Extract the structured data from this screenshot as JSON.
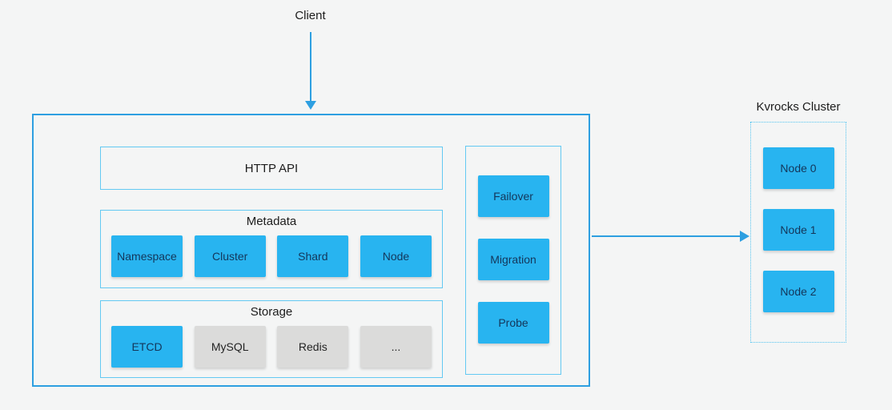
{
  "diagram": {
    "client_label": "Client",
    "controller": {
      "http_api_label": "HTTP API",
      "metadata": {
        "title": "Metadata",
        "items": [
          "Namespace",
          "Cluster",
          "Shard",
          "Node"
        ]
      },
      "storage": {
        "title": "Storage",
        "items": [
          "ETCD",
          "MySQL",
          "Redis",
          "..."
        ],
        "active_item": "ETCD"
      },
      "operations": [
        "Failover",
        "Migration",
        "Probe"
      ]
    },
    "cluster": {
      "title": "Kvrocks Cluster",
      "nodes": [
        "Node 0",
        "Node 1",
        "Node 2"
      ]
    }
  },
  "colors": {
    "accent_blue": "#28b4f0",
    "arrow_blue": "#2d9fe1",
    "light_border_blue": "#63c9f2",
    "inactive_gray": "#dbdbda",
    "background": "#f4f5f5",
    "text_dark": "#1c1c1c",
    "blue_box_text": "#14365a"
  }
}
